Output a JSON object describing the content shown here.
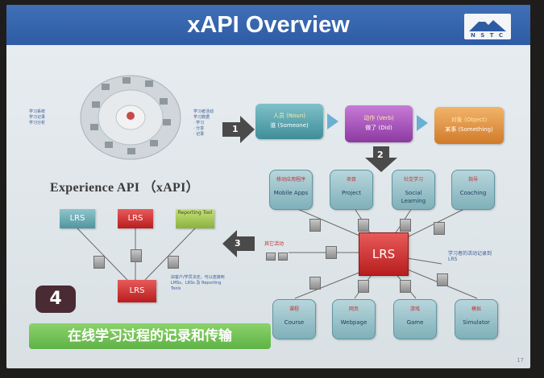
{
  "slide": {
    "title": "xAPI Overview",
    "logo_text": "N S T C",
    "experience_title": "Experience API （xAPI）",
    "step_number": "4",
    "banner_text": "在线学习过程的记录和传输",
    "page_number": "17"
  },
  "flow": {
    "actor": {
      "line1": "人员 (Noun)",
      "line2": "谁 (Someone)"
    },
    "verb": {
      "line1": "动作 (Verb)",
      "line2": "做了 (Did)"
    },
    "object": {
      "line1": "对象 (Object)",
      "line2": "某事 (Something)"
    }
  },
  "steps": {
    "s1": "1",
    "s2": "2",
    "s3": "3"
  },
  "nodes_top": [
    {
      "cn": "移动应用程序",
      "en": "Mobile Apps"
    },
    {
      "cn": "项目",
      "en": "Project"
    },
    {
      "cn": "社交学习",
      "en": "Social Learning"
    },
    {
      "cn": "指导",
      "en": "Coaching"
    }
  ],
  "nodes_bottom": [
    {
      "cn": "课程",
      "en": "Course"
    },
    {
      "cn": "网页",
      "en": "Webpage"
    },
    {
      "cn": "游戏",
      "en": "Game"
    },
    {
      "cn": "模拟",
      "en": "Simulator"
    }
  ],
  "lrs": {
    "main": "LRS",
    "left_label": "其它活动",
    "right_label": "学习者的活动记录到 LRS"
  },
  "left_diagram": {
    "lrs_a": "LRS",
    "lrs_b": "LRS",
    "reporting": "Reporting Tool",
    "lrs_bottom": "LRS",
    "note": "由客户/学员决定，可以连接到 LMSs、LRSs 及 Reporting Tools"
  },
  "colors": {
    "title_bar": "#2e5ca4",
    "lrs_red": "#c62e2e",
    "banner_green": "#6cc152",
    "node_teal": "#7fb0b9"
  }
}
